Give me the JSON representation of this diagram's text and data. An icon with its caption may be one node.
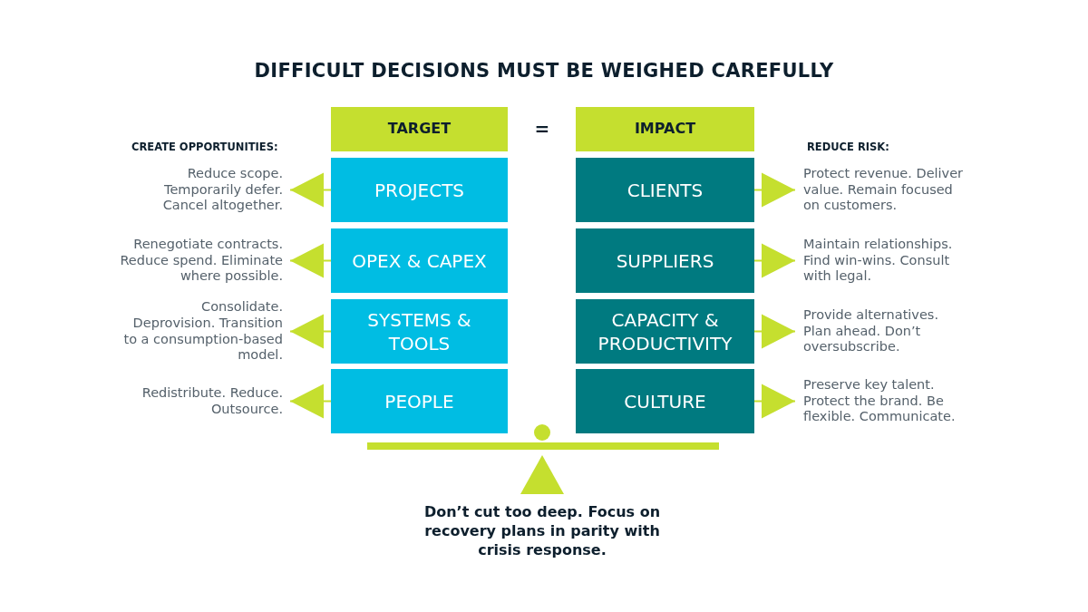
{
  "diagram": {
    "title": "DIFFICULT DECISIONS MUST BE WEIGHED CAREFULLY",
    "nodes": [
      {
        "text": [
          "TARGET"
        ]
      },
      {
        "text": [
          "IMPACT"
        ]
      },
      {
        "text": [
          "PROJECTS"
        ]
      },
      {
        "text": [
          "OPEX & CAPEX"
        ]
      },
      {
        "text": [
          "SYSTEMS & TOOLS"
        ]
      },
      {
        "text": [
          "PEOPLE"
        ]
      },
      {
        "text": [
          "CLIENTS"
        ]
      },
      {
        "text": [
          "SUPPLIERS"
        ]
      },
      {
        "text": [
          "CAPACITY & PRODUCTIVITY"
        ]
      },
      {
        "text": [
          "CULTURE"
        ]
      },
      {
        "text": [
          "Reduce scope. Temporarily defer. Cancel altogether."
        ]
      },
      {
        "text": [
          "Renegotiate contracts. Reduce spend. Eliminate where possible."
        ]
      },
      {
        "text": [
          "Consolidate. Deprovision. Transition to a consumption-based model."
        ]
      },
      {
        "text": [
          "Redistribute. Reduce. Outsource."
        ]
      },
      {
        "text": [
          "Protect revenue. Deliver value. Remain focused on customers."
        ]
      },
      {
        "text": [
          "Maintain relationships. Find win-wins. Consult with legal."
        ]
      },
      {
        "text": [
          "Provide alternatives. Plan ahead. Don’t oversubscribe."
        ]
      },
      {
        "text": [
          "Preserve key talent. Protect the brand. Be flexible. Communicate."
        ]
      }
    ],
    "edges": [
      {
        "from": 2,
        "to": 10,
        "arrow": "to"
      },
      {
        "from": 3,
        "to": 11,
        "arrow": "to"
      },
      {
        "from": 4,
        "to": 12,
        "arrow": "to"
      },
      {
        "from": 5,
        "to": 13,
        "arrow": "to"
      },
      {
        "from": 6,
        "to": 14,
        "arrow": "to"
      },
      {
        "from": 7,
        "to": 15,
        "arrow": "to"
      },
      {
        "from": 8,
        "to": 16,
        "arrow": "to"
      },
      {
        "from": 9,
        "to": 17,
        "arrow": "to"
      }
    ],
    "labels": [
      "=",
      "CREATE OPPORTUNITIES:",
      "REDUCE RISK:",
      "Don’t cut too deep. Focus on recovery plans in parity with crisis response."
    ]
  }
}
